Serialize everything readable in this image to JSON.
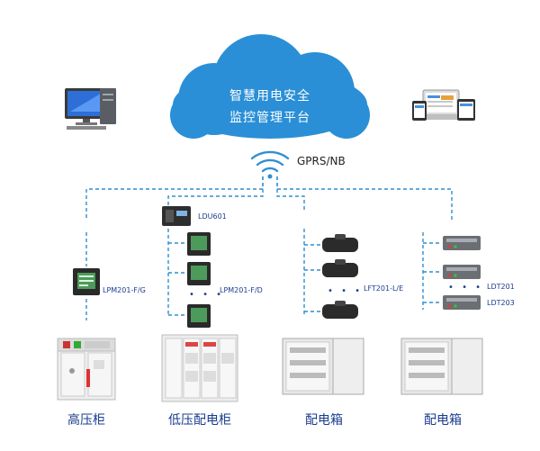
{
  "cloud": {
    "line1": "智慧用电安全",
    "line2": "监控管理平台"
  },
  "network": {
    "label": "GPRS/NB"
  },
  "devices": {
    "lpm_f_g": "LPM201-F/G",
    "ldu": "LDU601",
    "lpm_f_d": "LPM201-F/D",
    "lft": "LFT201-L/E",
    "ldt1": "LDT201",
    "ldt2": "LDT203"
  },
  "cabinets": {
    "high_voltage": "高压柜",
    "low_voltage": "低压配电柜",
    "dist_box_1": "配电箱",
    "dist_box_2": "配电箱"
  },
  "ellipsis": "• • •",
  "colors": {
    "cloud": "#2a8fd6",
    "line": "#2f8fd0",
    "label": "#1a3d8f"
  }
}
